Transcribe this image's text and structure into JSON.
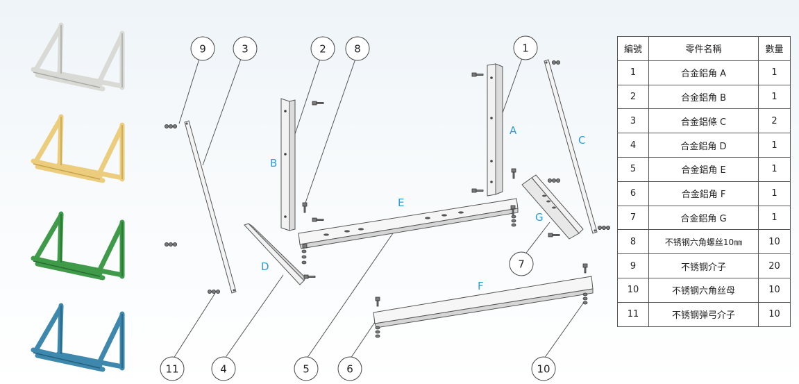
{
  "callouts": [
    "9",
    "3",
    "2",
    "8",
    "1",
    "7",
    "11",
    "4",
    "5",
    "6",
    "10"
  ],
  "part_letters": [
    "A",
    "B",
    "C",
    "D",
    "E",
    "F",
    "G"
  ],
  "variant_colors": {
    "white": "#d9dad6",
    "gold": "#eccd7e",
    "green": "#3f9a49",
    "blue": "#3f88ad"
  },
  "accent_color": "#2a9fd6",
  "table": {
    "headers": [
      "編號",
      "零件名稱",
      "數量"
    ],
    "rows": [
      {
        "no": "1",
        "name": "合金鋁角 A",
        "qty": "1"
      },
      {
        "no": "2",
        "name": "合金鋁角 B",
        "qty": "1"
      },
      {
        "no": "3",
        "name": "合金鋁條 C",
        "qty": "2"
      },
      {
        "no": "4",
        "name": "合金鋁角 D",
        "qty": "1"
      },
      {
        "no": "5",
        "name": "合金鋁角 E",
        "qty": "1"
      },
      {
        "no": "6",
        "name": "合金鋁角 F",
        "qty": "1"
      },
      {
        "no": "7",
        "name": "合金鋁角 G",
        "qty": "1"
      },
      {
        "no": "8",
        "name": "不锈钢六角螺丝10㎜",
        "qty": "10"
      },
      {
        "no": "9",
        "name": "不锈钢介子",
        "qty": "20"
      },
      {
        "no": "10",
        "name": "不锈钢六角丝母",
        "qty": "10"
      },
      {
        "no": "11",
        "name": "不锈钢弹弓介子",
        "qty": "10"
      }
    ]
  }
}
